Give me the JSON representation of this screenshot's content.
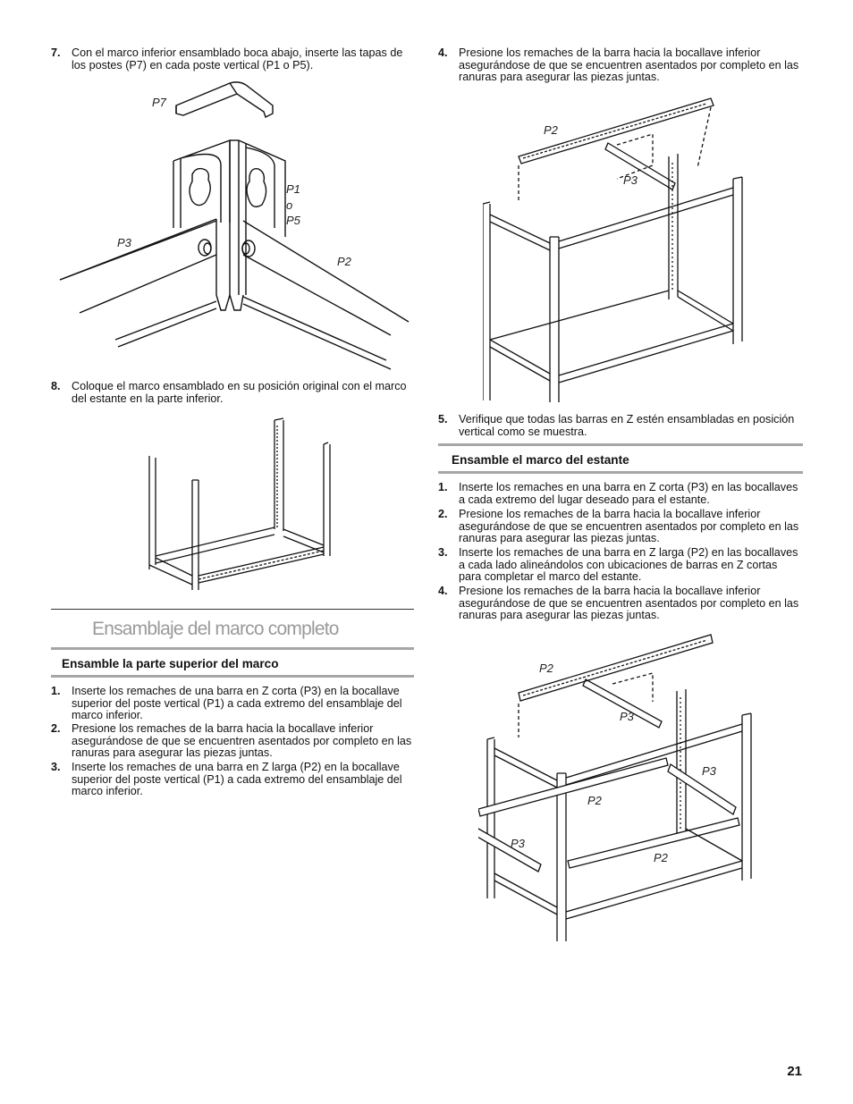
{
  "left": {
    "step7": {
      "num": "7.",
      "text": "Con el marco inferior ensamblado boca abajo, inserte las tapas de los postes (P7) en cada poste vertical (P1 o P5)."
    },
    "fig1": {
      "p7": "P7",
      "p1": "P1",
      "o": "o",
      "p5": "P5",
      "p3": "P3",
      "p2": "P2"
    },
    "step8": {
      "num": "8.",
      "text": "Coloque el marco ensamblado en su posición original con el marco del estante en la parte inferior."
    },
    "section_title": "Ensamblaje del marco completo",
    "subheading": "Ensamble la parte superior del marco",
    "steps": [
      {
        "num": "1.",
        "text": "Inserte los remaches de una barra en Z corta (P3) en la bocallave superior del poste vertical (P1) a cada extremo del ensamblaje del marco inferior."
      },
      {
        "num": "2.",
        "text": "Presione los remaches de la barra hacia la bocallave inferior asegurándose de que se encuentren asentados por completo en las ranuras para asegurar las piezas juntas."
      },
      {
        "num": "3.",
        "text": "Inserte los remaches de una barra en Z larga (P2) en la bocallave superior del poste vertical (P1) a cada extremo del ensamblaje del marco inferior."
      }
    ]
  },
  "right": {
    "step4": {
      "num": "4.",
      "text": "Presione los remaches de la barra hacia la bocallave inferior asegurándose de que se encuentren asentados por completo en las ranuras para asegurar las piezas juntas."
    },
    "fig3": {
      "p2": "P2",
      "p3": "P3"
    },
    "step5": {
      "num": "5.",
      "text": "Verifique que todas las barras en Z estén ensambladas en posición vertical como se muestra."
    },
    "subheading": "Ensamble el marco del estante",
    "steps": [
      {
        "num": "1.",
        "text": "Inserte los remaches en una barra en Z corta (P3) en las bocallaves a cada extremo del lugar deseado para el estante."
      },
      {
        "num": "2.",
        "text": "Presione los remaches de la barra hacia la bocallave inferior asegurándose de que se encuentren asentados por completo en las ranuras para asegurar las piezas juntas."
      },
      {
        "num": "3.",
        "text": "Inserte los remaches de una barra en Z larga (P2) en las bocallaves a cada lado alineándolos con ubicaciones de barras en Z cortas para completar el marco del estante."
      },
      {
        "num": "4.",
        "text": "Presione los remaches de la barra hacia la bocallave inferior asegurándose de que se encuentren asentados por completo en las ranuras para asegurar las piezas juntas."
      }
    ],
    "fig4": {
      "p2a": "P2",
      "p3a": "P3",
      "p3b": "P3",
      "p2b": "P2",
      "p3c": "P3",
      "p2c": "P2"
    }
  },
  "page_number": "21"
}
